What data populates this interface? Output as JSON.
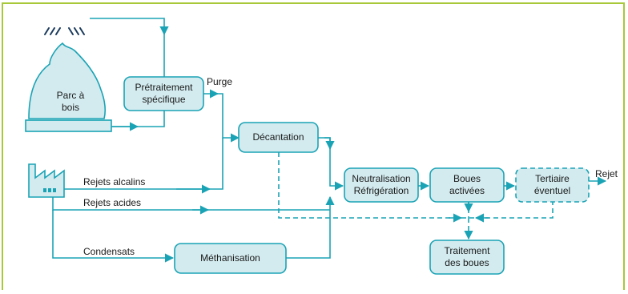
{
  "colors": {
    "frame_border": "#a8c83a",
    "line": "#1aa3b5",
    "box_fill": "#d3ebef",
    "box_border": "#1aa3b5"
  },
  "icons": {
    "rain": "rain-icon",
    "wood_pile": "wood-pile-icon",
    "factory": "factory-icon"
  },
  "nodes": {
    "parc_a_bois": [
      "Parc à",
      "bois"
    ],
    "pretraitement": [
      "Prétraitement",
      "spécifique"
    ],
    "decantation": [
      "Décantation"
    ],
    "neutralisation": [
      "Neutralisation",
      "Réfrigération"
    ],
    "boues_activees": [
      "Boues",
      "activées"
    ],
    "tertiaire": [
      "Tertiaire",
      "éventuel"
    ],
    "traitement_boues": [
      "Traitement",
      "des boues"
    ],
    "methanisation": [
      "Méthanisation"
    ]
  },
  "labels": {
    "purge": "Purge",
    "rejet": "Rejet",
    "rejets_alcalins": "Rejets alcalins",
    "rejets_acides": "Rejets acides",
    "condensats": "Condensats"
  }
}
